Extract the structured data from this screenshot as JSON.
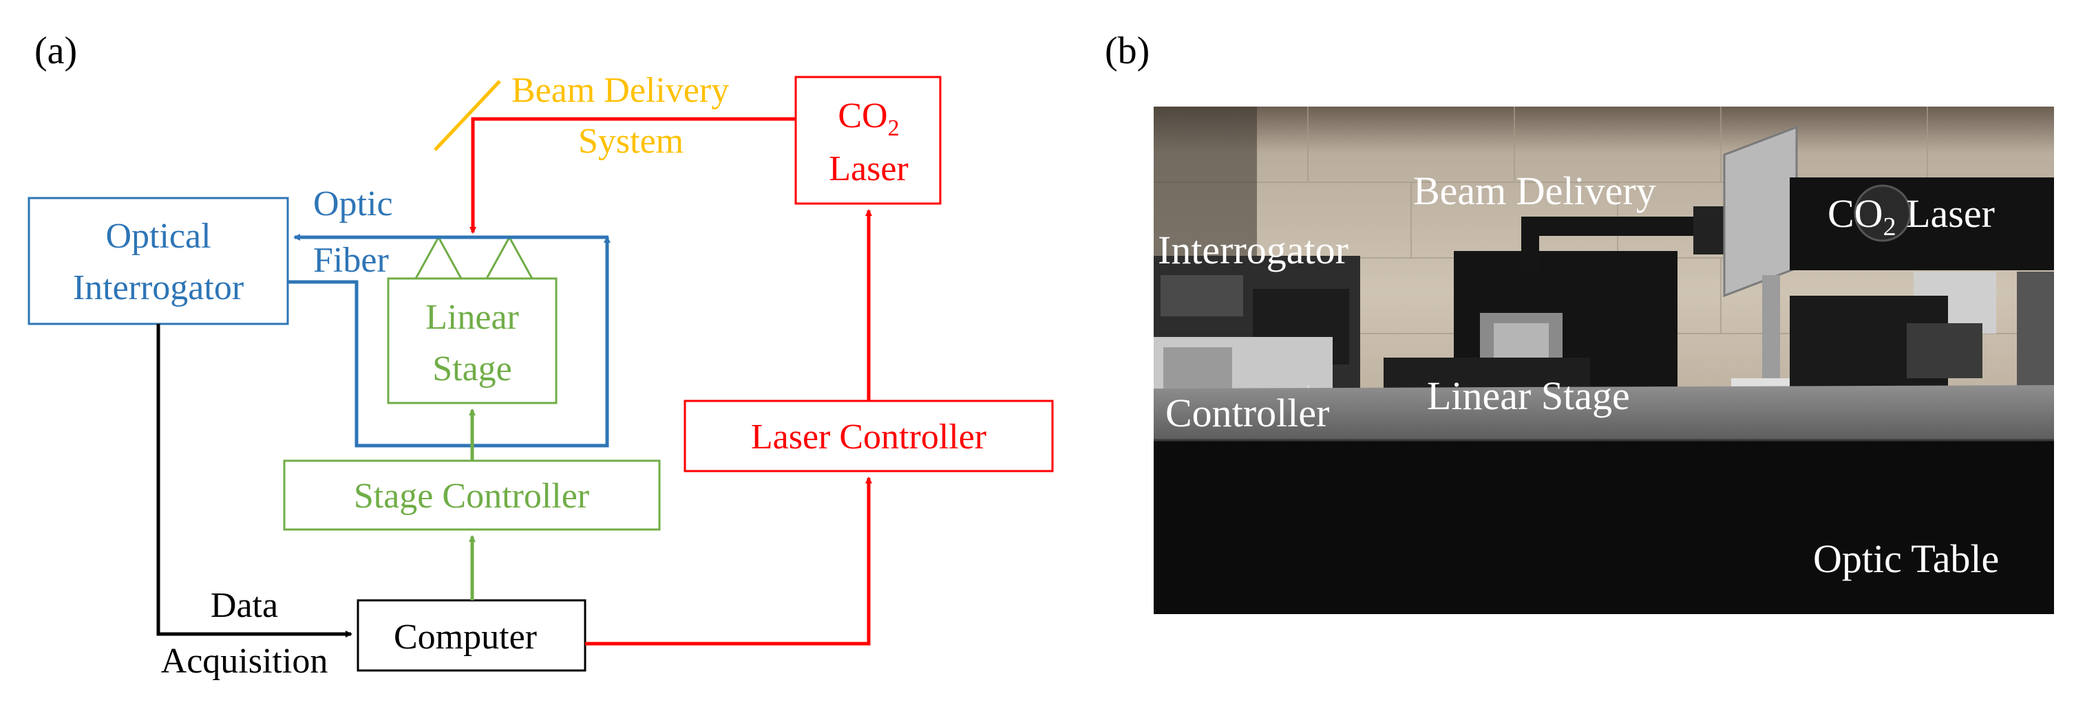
{
  "panel_a": {
    "label": "(a)",
    "boxes": {
      "optical_interrogator": {
        "line1": "Optical",
        "line2": "Interrogator"
      },
      "co2_laser": {
        "line1_main": "CO",
        "line1_sub": "2",
        "line2": "Laser"
      },
      "linear_stage": {
        "line1": "Linear",
        "line2": "Stage"
      },
      "stage_controller": {
        "text": "Stage Controller"
      },
      "laser_controller": {
        "text": "Laser Controller"
      },
      "computer": {
        "text": "Computer"
      }
    },
    "labels": {
      "beam_delivery_line1": "Beam Delivery",
      "beam_delivery_line2": "System",
      "optic_fiber_line1": "Optic",
      "optic_fiber_line2": "Fiber",
      "data_acquisition_line1": "Data",
      "data_acquisition_line2": "Acquisition"
    },
    "colors": {
      "blue": "#2e75b6",
      "green": "#70ad47",
      "red": "#ff0000",
      "orange": "#ffc000",
      "black": "#000000"
    }
  },
  "panel_b": {
    "label": "(b)",
    "photo_labels": {
      "beam_delivery": "Beam Delivery",
      "co2_laser_main": "CO",
      "co2_laser_sub": "2",
      "co2_laser_rest": " Laser",
      "interrogator": "Interrogator",
      "controller": "Controller",
      "linear_stage": "Linear Stage",
      "optic_table": "Optic Table"
    }
  }
}
